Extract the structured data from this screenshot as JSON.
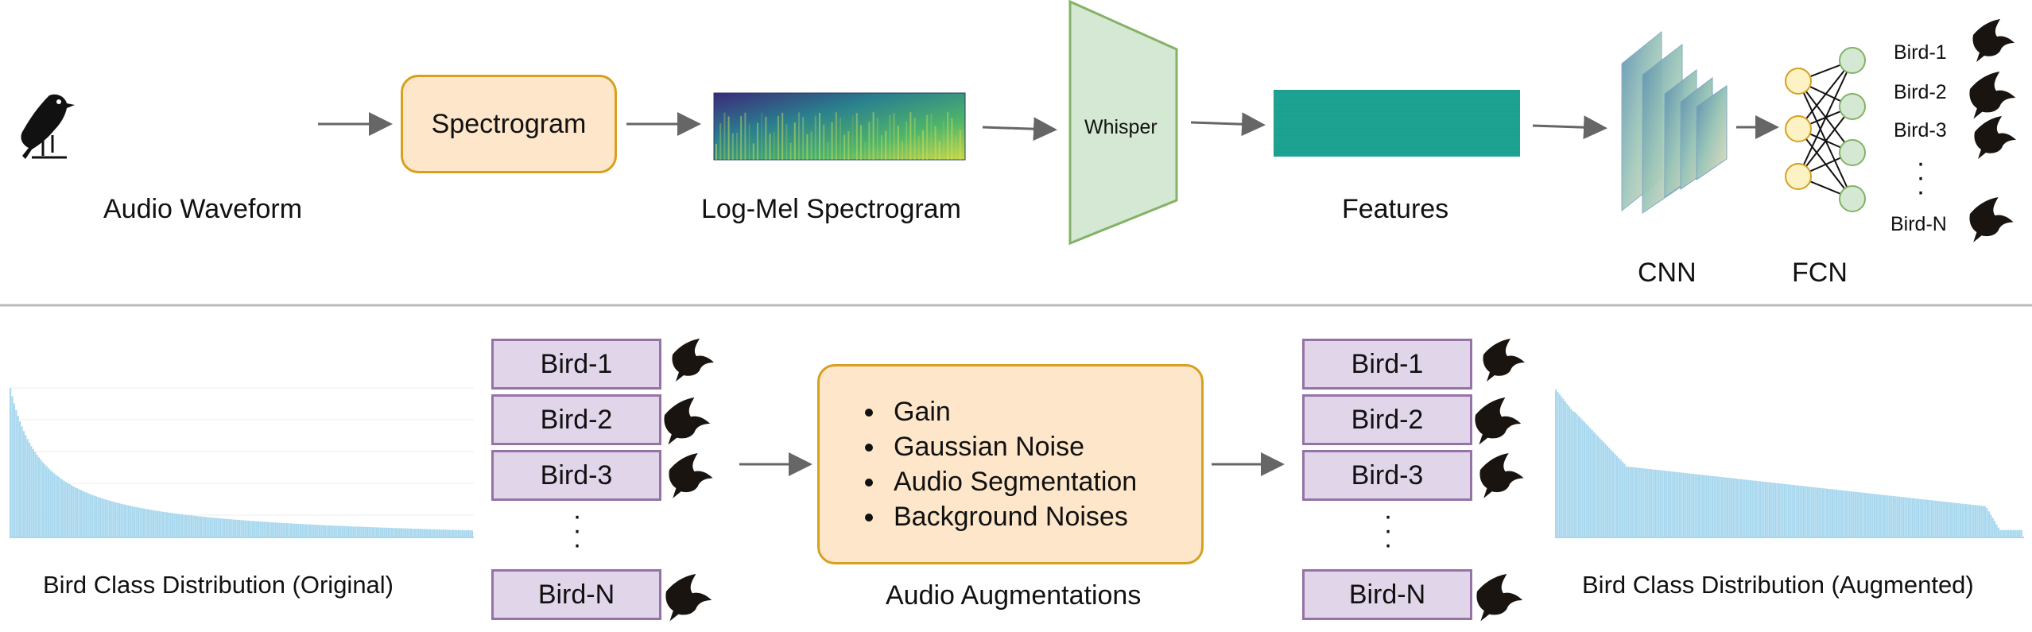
{
  "top": {
    "audio_waveform": "Audio Waveform",
    "spectrogram": "Spectrogram",
    "log_mel": "Log-Mel Spectrogram",
    "whisper": "Whisper",
    "features": "Features",
    "cnn": "CNN",
    "fcn": "FCN",
    "outputs": [
      "Bird-1",
      "Bird-2",
      "Bird-3",
      "Bird-N"
    ]
  },
  "bottom": {
    "dist_original": "Bird Class Distribution (Original)",
    "dist_augmented": "Bird Class Distribution (Augmented)",
    "classes_left": [
      "Bird-1",
      "Bird-2",
      "Bird-3",
      "Bird-N"
    ],
    "classes_right": [
      "Bird-1",
      "Bird-2",
      "Bird-3",
      "Bird-N"
    ],
    "augmentations": [
      "Gain",
      "Gaussian Noise",
      "Audio Segmentation",
      "Background Noises"
    ],
    "augmentations_title": "Audio Augmentations"
  },
  "colors": {
    "orange_fill": "#fde6c9",
    "orange_border": "#d6a020",
    "purple_fill": "#e1d5ea",
    "purple_border": "#9673a6",
    "whisper_fill": "#d5e8d4",
    "whisper_border": "#82b366",
    "feature_fill": "#1a9e8e",
    "bar_fill": "#a9d8ee",
    "arrow": "#666666"
  },
  "icons": [
    "bird-silhouette-icon",
    "waveform-icon",
    "spectrogram-image",
    "cnn-layers-icon",
    "fcn-network-icon",
    "distribution-histogram"
  ]
}
